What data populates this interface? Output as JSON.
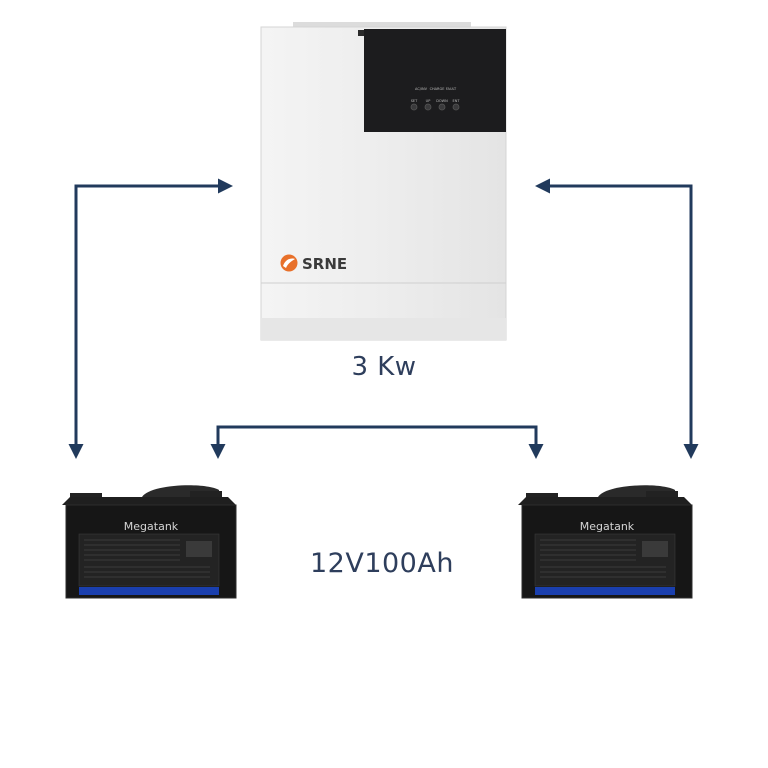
{
  "inverter": {
    "brand": "SRNE",
    "capacity_label": "3 Kw",
    "indicator_labels": [
      "AC/INV",
      "CHARGE",
      "FAULT"
    ],
    "button_labels": [
      "SET",
      "UP",
      "DOWN",
      "ENT"
    ]
  },
  "battery": {
    "rating_label": "12V100Ah",
    "brand": "Megatank",
    "units": [
      {
        "brand": "Megatank"
      },
      {
        "brand": "Megatank"
      }
    ]
  },
  "colors": {
    "arrow": "#213a5c",
    "inverter_body": "#eeeeee",
    "inverter_panel": "#1c1c1e",
    "brand_orange": "#e8702a",
    "battery_body": "#161616",
    "battery_stripe": "#1a3fae"
  }
}
